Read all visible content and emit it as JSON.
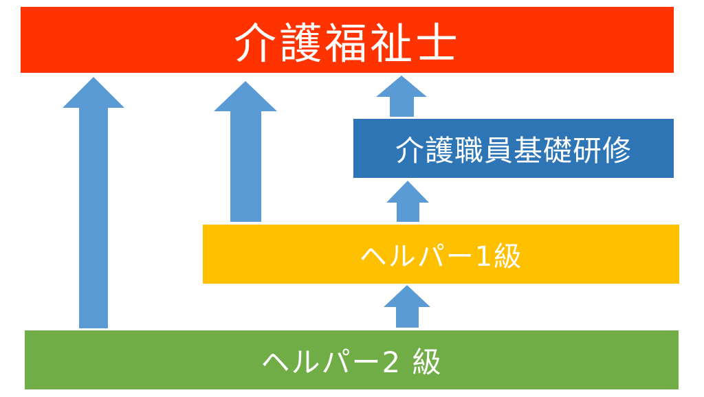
{
  "boxes": {
    "kaigo_fukushishi": {
      "label": "介護福祉士",
      "color": "#ff3300"
    },
    "kihon_kenshu": {
      "label": "介護職員基礎研修",
      "color": "#2e75b6"
    },
    "helper_1": {
      "label": "ヘルパー1級",
      "color": "#ffc000"
    },
    "helper_2": {
      "label": "ヘルパー2 級",
      "color": "#70ad47"
    }
  },
  "arrow_color": "#5b9bd5"
}
